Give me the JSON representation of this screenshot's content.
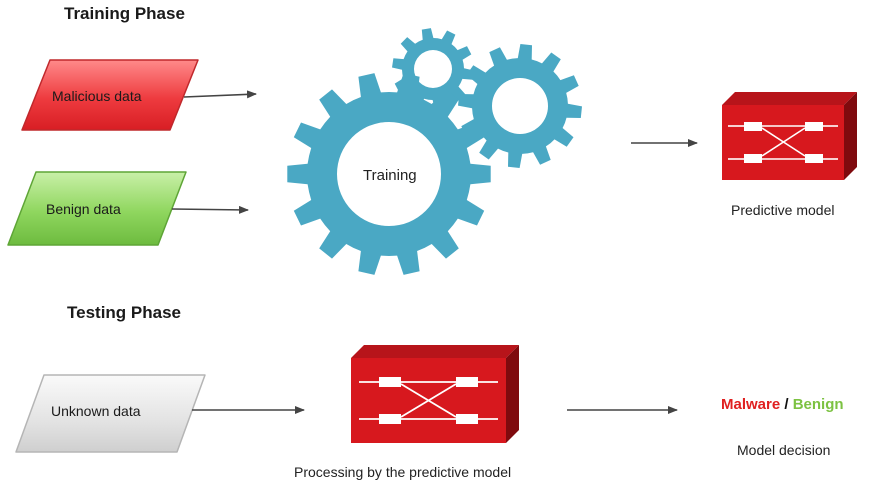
{
  "training": {
    "title": "Training Phase",
    "inputs": {
      "malicious": "Malicious data",
      "benign": "Benign data"
    },
    "gear_label": "Training",
    "model_caption": "Predictive model"
  },
  "testing": {
    "title": "Testing Phase",
    "input": "Unknown data",
    "processing_caption": "Processing by the predictive model",
    "decision": {
      "malware": "Malware",
      "separator": " / ",
      "benign": "Benign",
      "caption": "Model decision"
    }
  },
  "colors": {
    "malicious": "#e8353a",
    "benign": "#7ecb4f",
    "unknown": "#d9d9d9",
    "gear": "#4aa8c4",
    "model_red": "#d7181e",
    "malware_text": "#e02020",
    "benign_text": "#7cc242"
  },
  "icons": {
    "gears": "gears-icon",
    "model": "network-switch-icon",
    "arrow": "arrow-right-icon"
  }
}
